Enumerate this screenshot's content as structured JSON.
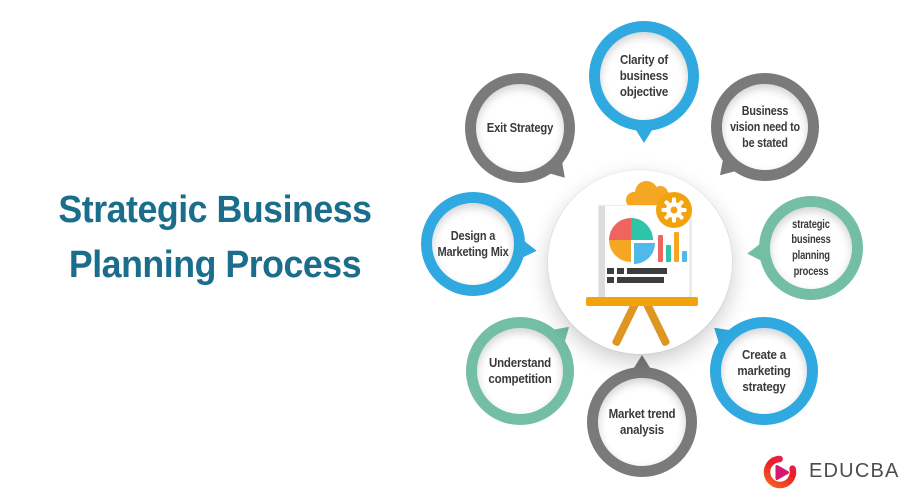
{
  "title": {
    "line1": "Strategic Business",
    "line2": "Planning Process"
  },
  "diagram": {
    "name": "strategic-business-planning-process-cycle",
    "nodes": [
      {
        "label": "Clarity of business objective",
        "ring": "blue"
      },
      {
        "label": "Business vision need to be stated",
        "ring": "gray"
      },
      {
        "label": "strategic business planning process",
        "ring": "teal"
      },
      {
        "label": "Create a marketing strategy",
        "ring": "blue"
      },
      {
        "label": "Market trend analysis",
        "ring": "gray"
      },
      {
        "label": "Understand competition",
        "ring": "teal"
      },
      {
        "label": "Design a Marketing Mix",
        "ring": "blue"
      },
      {
        "label": "Exit Strategy",
        "ring": "gray"
      }
    ],
    "center_icon": "presentation-easel-with-pie-chart-bar-chart-and-gear"
  },
  "logo": {
    "text": "EDUCBA",
    "icon": "educba-play-ring-icon"
  },
  "colors": {
    "title": "#1A6E8C",
    "node_blue": "#2FA9E0",
    "node_gray": "#7A7A7A",
    "node_teal": "#74BFA4",
    "node_text": "#3A3A3A",
    "illus_amber": "#F2A30B",
    "illus_orange": "#F5A623",
    "illus_red": "#F0645F",
    "illus_teal": "#2EC4A9",
    "illus_blue": "#4FB9E9",
    "illus_dark": "#3D3D3D",
    "illus_leg": "#DD9622",
    "logo_orange": "#F26522",
    "logo_red": "#ED1C24",
    "logo_pink": "#E91E63",
    "logo_magenta": "#D6186E",
    "logo_text": "#4D4D4D"
  }
}
